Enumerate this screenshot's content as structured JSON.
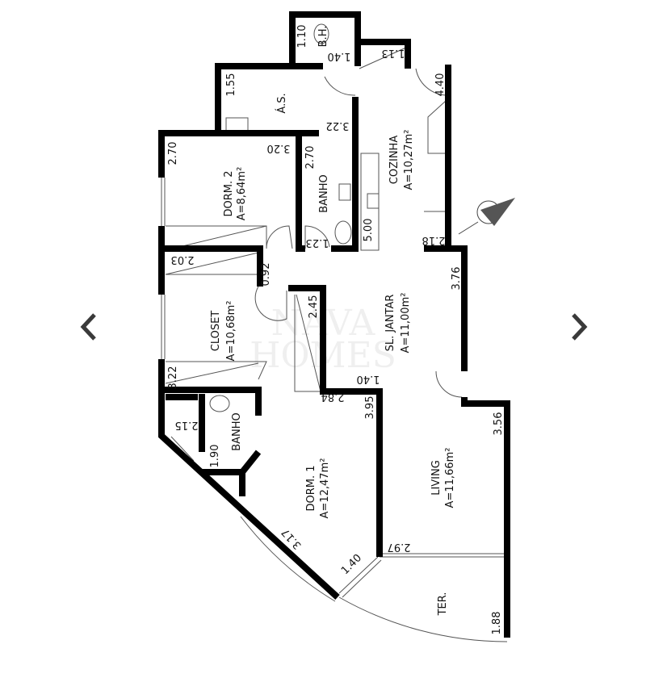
{
  "carousel": {
    "prev_icon": "chevron-left-icon",
    "next_icon": "chevron-right-icon",
    "arrow_color": "#3a3a3a"
  },
  "watermark": {
    "line1": "NAVA",
    "line2": "HOMES"
  },
  "rooms": {
    "bwc": "B.H.",
    "as": "Á.S.",
    "cozinha": "COZINHA",
    "cozinha_area": "A=10,27m²",
    "dorm2": "DORM. 2",
    "dorm2_area": "A=8,64m²",
    "banho1": "BANHO",
    "closet": "CLOSET",
    "closet_area": "A=10,68m²",
    "jantar": "SL. JANTAR",
    "jantar_area": "A=11,00m²",
    "banho2": "BANHO",
    "dorm1": "DORM. 1",
    "dorm1_area": "A=12,47m²",
    "living": "LIVING",
    "living_area": "A=11,66m²",
    "terraco": "TER."
  },
  "dims": {
    "d1": "1.10",
    "d2": "1.40",
    "d3": "1.13",
    "d4": "1.55",
    "d5": "4.40",
    "d6": "3.22",
    "d7": "3.20",
    "d8": "2.70",
    "d9": "2.70",
    "d10": "5.00",
    "d11": "1.23",
    "d12": "2.18",
    "d13": "2.03",
    "d14": "0.92",
    "d15": "3.76",
    "d16": "2.45",
    "d17": "3.22",
    "d18": "1.40",
    "d19": "2.84",
    "d20": "3.95",
    "d21": "2.15",
    "d22": "1.90",
    "d23": "3.56",
    "d24": "3.17",
    "d25": "1.40",
    "d26": "2.97",
    "d27": "1.88"
  }
}
